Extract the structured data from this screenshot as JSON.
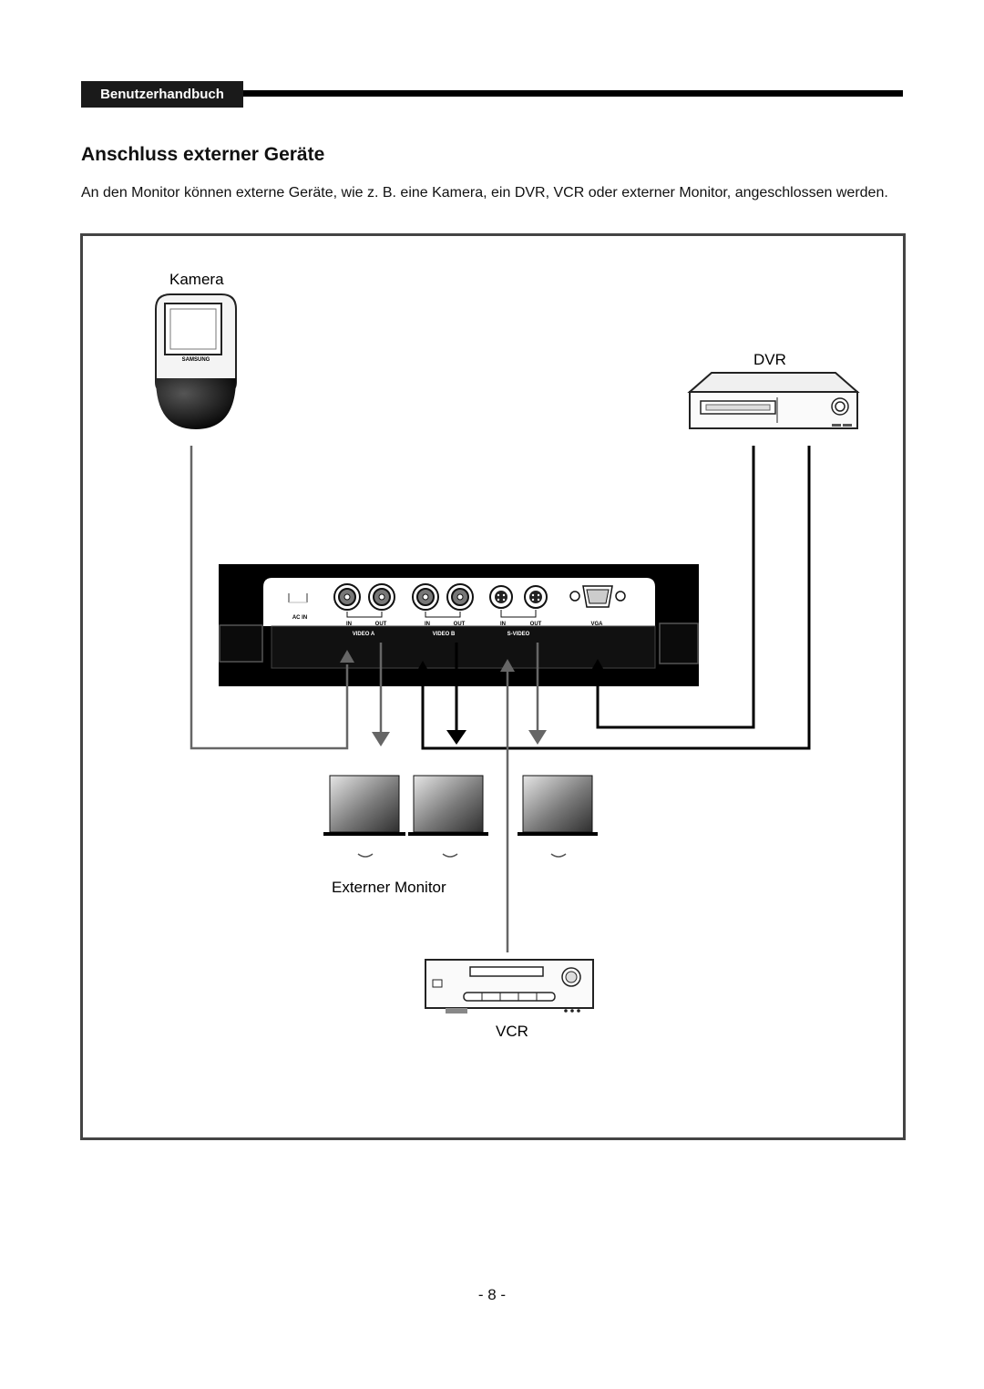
{
  "header": {
    "tag": "Benutzerhandbuch"
  },
  "title": "Anschluss externer Geräte",
  "intro": "An den Monitor können externe Geräte, wie z. B. eine Kamera, ein DVR, VCR oder externer Monitor, angeschlossen werden.",
  "diagram": {
    "labels": {
      "camera": "Kamera",
      "dvr": "DVR",
      "external_monitor": "Externer Monitor",
      "vcr": "VCR"
    },
    "camera_brand": "SAMSUNG",
    "panel": {
      "ac_in": "AC IN",
      "in": "IN",
      "out": "OUT",
      "video_a": "VIDEO A",
      "video_b": "VIDEO B",
      "s_video": "S-VIDEO",
      "vga": "VGA"
    }
  },
  "footer": {
    "page_number": "- 8 -"
  }
}
